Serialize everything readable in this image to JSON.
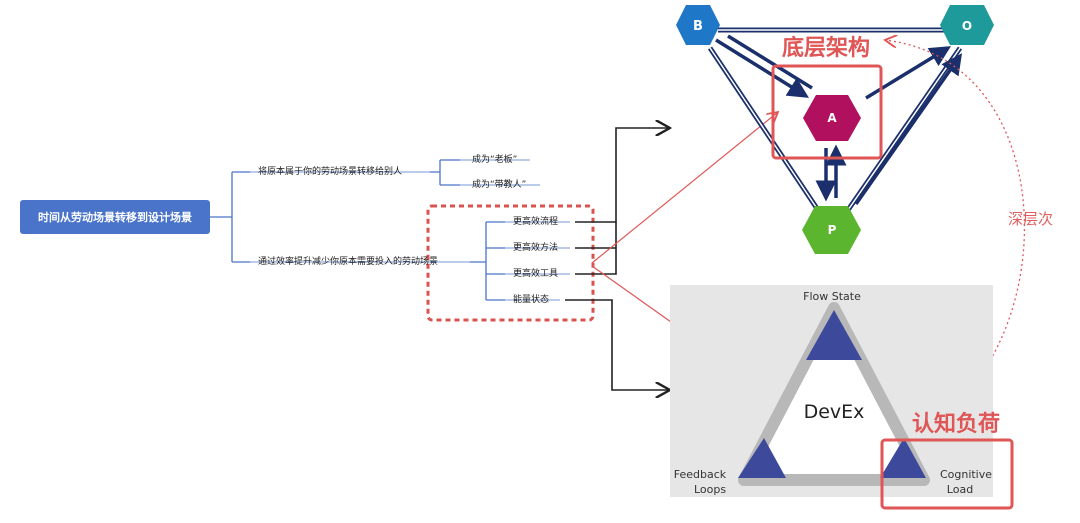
{
  "mindmap": {
    "root": "时间从劳动场景转移到设计场景",
    "branch1": {
      "label": "将原本属于你的劳动场景转移给别人",
      "children": [
        "成为“老板”",
        "成为“带教人”"
      ]
    },
    "branch2": {
      "label": "通过效率提升减少你原本需要投入的劳动场景",
      "children": [
        "更高效流程",
        "更高效方法",
        "更高效工具",
        "能量状态"
      ]
    }
  },
  "boa": {
    "nodes": {
      "b": "B",
      "o": "O",
      "a": "A",
      "p": "P"
    },
    "colors": {
      "b": "#1f77c8",
      "o": "#1e9a9a",
      "a": "#b0105e",
      "p": "#5cb52e"
    },
    "highlight_label": "底层架构"
  },
  "devex": {
    "center": "DevEx",
    "top": "Flow State",
    "bottom_left": [
      "Feedback",
      "Loops"
    ],
    "bottom_right": [
      "Cognitive",
      "Load"
    ],
    "highlight_label": "认知负荷"
  },
  "connector_label": "深层次",
  "accent": "#e05555"
}
